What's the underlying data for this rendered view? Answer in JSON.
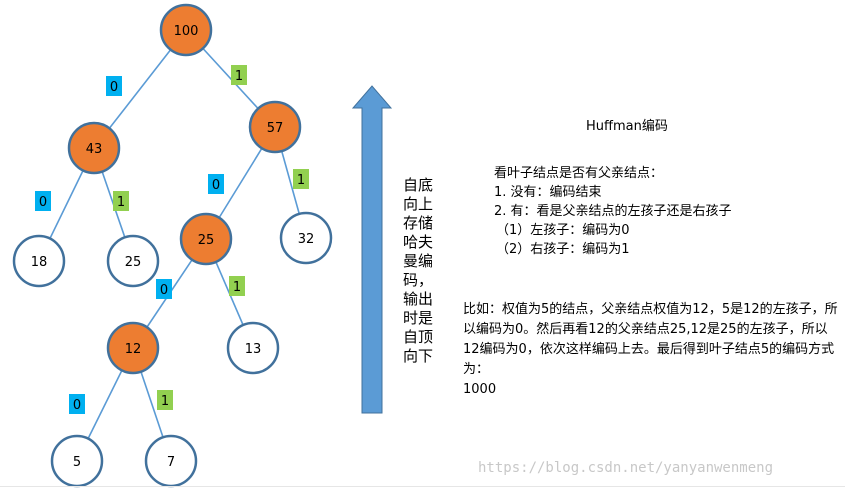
{
  "colors": {
    "edge": "#5b9bd5",
    "node_internal_fill": "#ed7d31",
    "node_leaf_fill": "#ffffff",
    "node_border": "#41719c",
    "label_zero": "#00b0f0",
    "label_one": "#92d050",
    "arrow": "#5b9bd5"
  },
  "tree": {
    "nodes": [
      {
        "id": "n100",
        "value": "100",
        "kind": "internal"
      },
      {
        "id": "n43",
        "value": "43",
        "kind": "internal"
      },
      {
        "id": "n57",
        "value": "57",
        "kind": "internal"
      },
      {
        "id": "n18",
        "value": "18",
        "kind": "leaf"
      },
      {
        "id": "n25a",
        "value": "25",
        "kind": "leaf"
      },
      {
        "id": "n25b",
        "value": "25",
        "kind": "internal"
      },
      {
        "id": "n32",
        "value": "32",
        "kind": "leaf"
      },
      {
        "id": "n12",
        "value": "12",
        "kind": "internal"
      },
      {
        "id": "n13",
        "value": "13",
        "kind": "leaf"
      },
      {
        "id": "n5",
        "value": "5",
        "kind": "leaf"
      },
      {
        "id": "n7",
        "value": "7",
        "kind": "leaf"
      }
    ],
    "edges": [
      {
        "from": "n100",
        "to": "n43",
        "bit": "0"
      },
      {
        "from": "n100",
        "to": "n57",
        "bit": "1"
      },
      {
        "from": "n43",
        "to": "n18",
        "bit": "0"
      },
      {
        "from": "n43",
        "to": "n25a",
        "bit": "1"
      },
      {
        "from": "n57",
        "to": "n25b",
        "bit": "0"
      },
      {
        "from": "n57",
        "to": "n32",
        "bit": "1"
      },
      {
        "from": "n25b",
        "to": "n12",
        "bit": "0"
      },
      {
        "from": "n25b",
        "to": "n13",
        "bit": "1"
      },
      {
        "from": "n12",
        "to": "n5",
        "bit": "0"
      },
      {
        "from": "n12",
        "to": "n7",
        "bit": "1"
      }
    ]
  },
  "arrow_text": "自底向上存储哈夫曼编码，输出时是自顶向下",
  "title": "Huffman编码",
  "rules": {
    "intro": "看叶子结点是否有父亲结点：",
    "items": [
      "1.  没有：编码结束",
      "2.  有：看是父亲结点的左孩子还是右孩子"
    ],
    "sub_items": [
      "（1）左孩子：编码为0",
      "（2）右孩子：编码为1"
    ]
  },
  "example": {
    "text": "比如：权值为5的结点，父亲结点权值为12，5是12的左孩子，所以编码为0。然后再看12的父亲结点25,12是25的左孩子，所以12编码为0，依次这样编码上去。最后得到叶子结点5的编码方式为：",
    "result": "1000"
  },
  "watermark": "https://blog.csdn.net/yanyanwenmeng"
}
